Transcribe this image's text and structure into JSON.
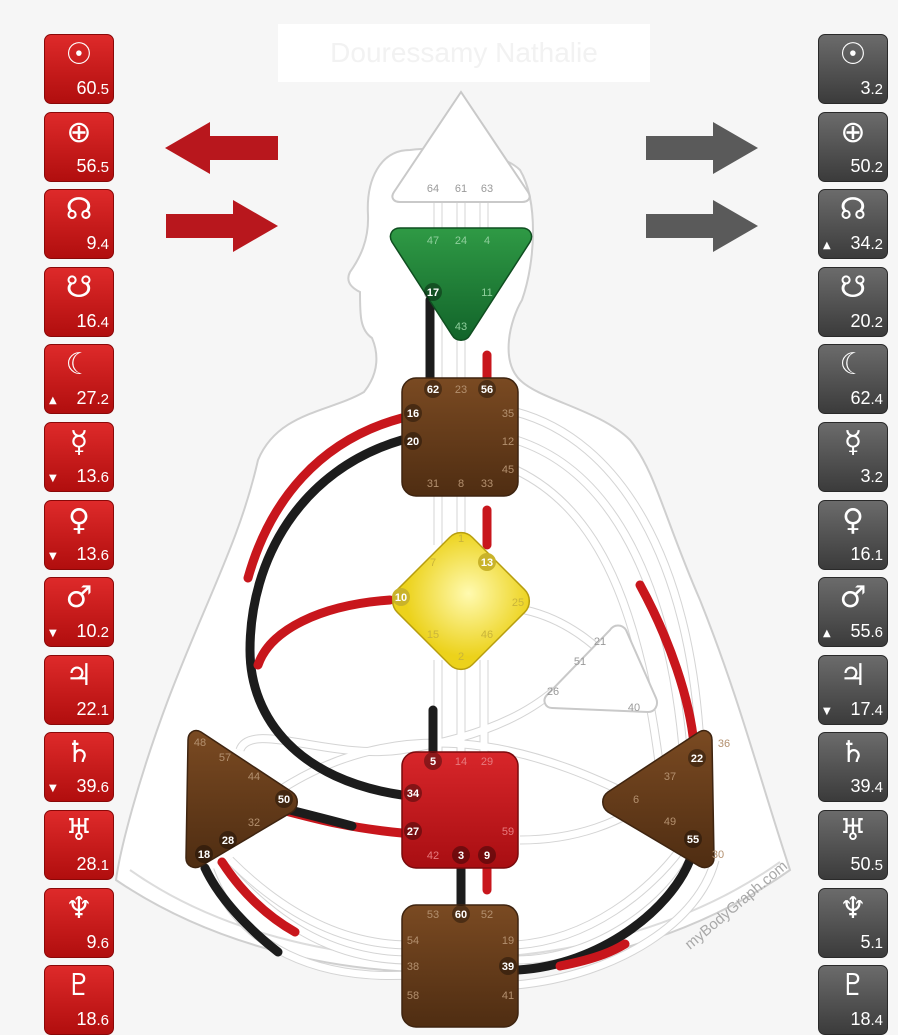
{
  "header": {
    "name": "Douressamy Nathalie"
  },
  "watermark": "myBodyGraph.com",
  "colors": {
    "design_red": "#c8161c",
    "personality_black": "#222222",
    "defined_brown": "#6b3f1d",
    "g_yellow": "#f4e12d",
    "ajna_green": "#1e7a32",
    "sacral_red": "#c0161c"
  },
  "design": [
    {
      "planet": "sun",
      "symbol": "☉",
      "int": "60",
      "dec": "5",
      "arrow": ""
    },
    {
      "planet": "earth",
      "symbol": "⊕",
      "int": "56",
      "dec": "5",
      "arrow": ""
    },
    {
      "planet": "north-node",
      "symbol": "☊",
      "int": "9",
      "dec": "4",
      "arrow": ""
    },
    {
      "planet": "south-node",
      "symbol": "☋",
      "int": "16",
      "dec": "4",
      "arrow": ""
    },
    {
      "planet": "moon",
      "symbol": "☾",
      "int": "27",
      "dec": "2",
      "arrow": "▲"
    },
    {
      "planet": "mercury",
      "symbol": "☿",
      "int": "13",
      "dec": "6",
      "arrow": "▼"
    },
    {
      "planet": "venus",
      "symbol": "♀",
      "int": "13",
      "dec": "6",
      "arrow": "▼"
    },
    {
      "planet": "mars",
      "symbol": "♂",
      "int": "10",
      "dec": "2",
      "arrow": "▼"
    },
    {
      "planet": "jupiter",
      "symbol": "♃",
      "int": "22",
      "dec": "1",
      "arrow": ""
    },
    {
      "planet": "saturn",
      "symbol": "♄",
      "int": "39",
      "dec": "6",
      "arrow": "▼"
    },
    {
      "planet": "uranus",
      "symbol": "♅",
      "int": "28",
      "dec": "1",
      "arrow": ""
    },
    {
      "planet": "neptune",
      "symbol": "♆",
      "int": "9",
      "dec": "6",
      "arrow": ""
    },
    {
      "planet": "pluto",
      "symbol": "♇",
      "int": "18",
      "dec": "6",
      "arrow": ""
    }
  ],
  "personality": [
    {
      "planet": "sun",
      "symbol": "☉",
      "int": "3",
      "dec": "2",
      "arrow": ""
    },
    {
      "planet": "earth",
      "symbol": "⊕",
      "int": "50",
      "dec": "2",
      "arrow": ""
    },
    {
      "planet": "north-node",
      "symbol": "☊",
      "int": "34",
      "dec": "2",
      "arrow": "▲"
    },
    {
      "planet": "south-node",
      "symbol": "☋",
      "int": "20",
      "dec": "2",
      "arrow": ""
    },
    {
      "planet": "moon",
      "symbol": "☾",
      "int": "62",
      "dec": "4",
      "arrow": ""
    },
    {
      "planet": "mercury",
      "symbol": "☿",
      "int": "3",
      "dec": "2",
      "arrow": ""
    },
    {
      "planet": "venus",
      "symbol": "♀",
      "int": "16",
      "dec": "1",
      "arrow": ""
    },
    {
      "planet": "mars",
      "symbol": "♂",
      "int": "55",
      "dec": "6",
      "arrow": "▲"
    },
    {
      "planet": "jupiter",
      "symbol": "♃",
      "int": "17",
      "dec": "4",
      "arrow": "▼"
    },
    {
      "planet": "saturn",
      "symbol": "♄",
      "int": "39",
      "dec": "4",
      "arrow": ""
    },
    {
      "planet": "uranus",
      "symbol": "♅",
      "int": "50",
      "dec": "5",
      "arrow": ""
    },
    {
      "planet": "neptune",
      "symbol": "♆",
      "int": "5",
      "dec": "1",
      "arrow": ""
    },
    {
      "planet": "pluto",
      "symbol": "♇",
      "int": "18",
      "dec": "4",
      "arrow": ""
    }
  ],
  "gates": {
    "head": [
      "64",
      "61",
      "63"
    ],
    "ajna": [
      "47",
      "24",
      "4",
      "17",
      "11",
      "43"
    ],
    "throat": [
      "62",
      "23",
      "56",
      "16",
      "35",
      "20",
      "12",
      "45",
      "31",
      "8",
      "33"
    ],
    "g": [
      "1",
      "7",
      "13",
      "10",
      "25",
      "15",
      "46",
      "2"
    ],
    "ego": [
      "21",
      "51",
      "26",
      "40"
    ],
    "spleen": [
      "48",
      "57",
      "44",
      "50",
      "32",
      "28",
      "18"
    ],
    "solar_plexus": [
      "36",
      "22",
      "37",
      "6",
      "49",
      "55",
      "30"
    ],
    "sacral": [
      "5",
      "14",
      "29",
      "34",
      "27",
      "59",
      "42",
      "3",
      "9"
    ],
    "root": [
      "53",
      "60",
      "52",
      "54",
      "19",
      "38",
      "39",
      "58",
      "41"
    ]
  }
}
